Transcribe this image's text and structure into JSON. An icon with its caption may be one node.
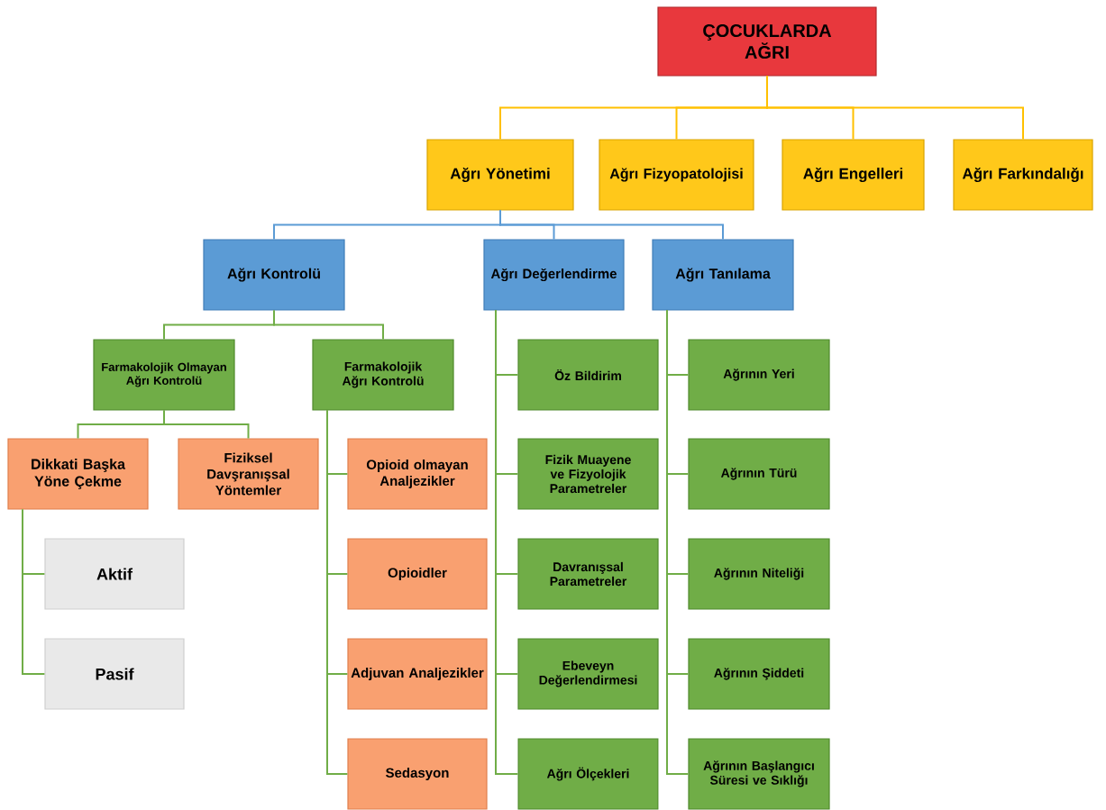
{
  "diagram": {
    "nodes": [
      {
        "text": [
          "ÇOCUKLARDA AĞRI"
        ]
      },
      {
        "text": [
          "Ağrı Yönetimi"
        ]
      },
      {
        "text": [
          "Ağrı Fizyopatolojisi"
        ]
      },
      {
        "text": [
          "Ağrı Engelleri"
        ]
      },
      {
        "text": [
          "Ağrı Farkındalığı"
        ]
      },
      {
        "text": [
          "Ağrı Kontrolü"
        ]
      },
      {
        "text": [
          "Ağrı Değerlendirme"
        ]
      },
      {
        "text": [
          "Ağrı Tanılama"
        ]
      },
      {
        "text": [
          "Farmakolojik Olmayan Ağrı Kontrolü"
        ]
      },
      {
        "text": [
          "Farmakolojik Ağrı Kontrolü"
        ]
      },
      {
        "text": [
          "Dikkati Başka Yöne Çekme"
        ]
      },
      {
        "text": [
          "Fiziksel Davşranışsal Yöntemler"
        ]
      },
      {
        "text": [
          "Aktif"
        ]
      },
      {
        "text": [
          "Pasif"
        ]
      },
      {
        "text": [
          "Opioid olmayan Analjezikler"
        ]
      },
      {
        "text": [
          "Opioidler"
        ]
      },
      {
        "text": [
          "Adjuvan Analjezikler"
        ]
      },
      {
        "text": [
          "Sedasyon"
        ]
      },
      {
        "text": [
          "Öz Bildirim"
        ]
      },
      {
        "text": [
          "Fizik Muayene ve Fizyolojik Parametreler"
        ]
      },
      {
        "text": [
          "Davranışsal Parametreler"
        ]
      },
      {
        "text": [
          "Ebeveyn Değerlendirmesi"
        ]
      },
      {
        "text": [
          "Ağrı Ölçekleri"
        ]
      },
      {
        "text": [
          "Ağrının Yeri"
        ]
      },
      {
        "text": [
          "Ağrının Türü"
        ]
      },
      {
        "text": [
          "Ağrının Niteliği"
        ]
      },
      {
        "text": [
          "Ağrının Şiddeti"
        ]
      },
      {
        "text": [
          "Ağrının Başlangıcı Süresi ve Sıklığı"
        ]
      }
    ],
    "edges": [
      {
        "from": 0,
        "to": 1,
        "arrow": "none",
        "color": "#ffc000"
      },
      {
        "from": 0,
        "to": 2,
        "arrow": "none",
        "color": "#ffc000"
      },
      {
        "from": 0,
        "to": 3,
        "arrow": "none",
        "color": "#ffc000"
      },
      {
        "from": 0,
        "to": 4,
        "arrow": "none",
        "color": "#ffc000"
      },
      {
        "from": 1,
        "to": 5,
        "arrow": "none",
        "color": "#5b9bd5"
      },
      {
        "from": 1,
        "to": 6,
        "arrow": "none",
        "color": "#5b9bd5"
      },
      {
        "from": 1,
        "to": 7,
        "arrow": "none",
        "color": "#5b9bd5"
      },
      {
        "from": 5,
        "to": 8,
        "arrow": "none"
      },
      {
        "from": 5,
        "to": 9,
        "arrow": "none"
      },
      {
        "from": 8,
        "to": 10,
        "arrow": "none"
      },
      {
        "from": 8,
        "to": 11,
        "arrow": "none"
      },
      {
        "from": 10,
        "to": 12,
        "arrow": "none"
      },
      {
        "from": 10,
        "to": 13,
        "arrow": "none"
      },
      {
        "from": 9,
        "to": 14,
        "arrow": "none"
      },
      {
        "from": 9,
        "to": 15,
        "arrow": "none"
      },
      {
        "from": 9,
        "to": 16,
        "arrow": "none"
      },
      {
        "from": 9,
        "to": 17,
        "arrow": "none"
      },
      {
        "from": 6,
        "to": 18,
        "arrow": "none"
      },
      {
        "from": 6,
        "to": 19,
        "arrow": "none"
      },
      {
        "from": 6,
        "to": 20,
        "arrow": "none"
      },
      {
        "from": 6,
        "to": 21,
        "arrow": "none"
      },
      {
        "from": 6,
        "to": 22,
        "arrow": "none"
      },
      {
        "from": 7,
        "to": 23,
        "arrow": "none"
      },
      {
        "from": 7,
        "to": 24,
        "arrow": "none"
      },
      {
        "from": 7,
        "to": 25,
        "arrow": "none"
      },
      {
        "from": 7,
        "to": 26,
        "arrow": "none"
      },
      {
        "from": 7,
        "to": 27,
        "arrow": "none"
      }
    ]
  }
}
